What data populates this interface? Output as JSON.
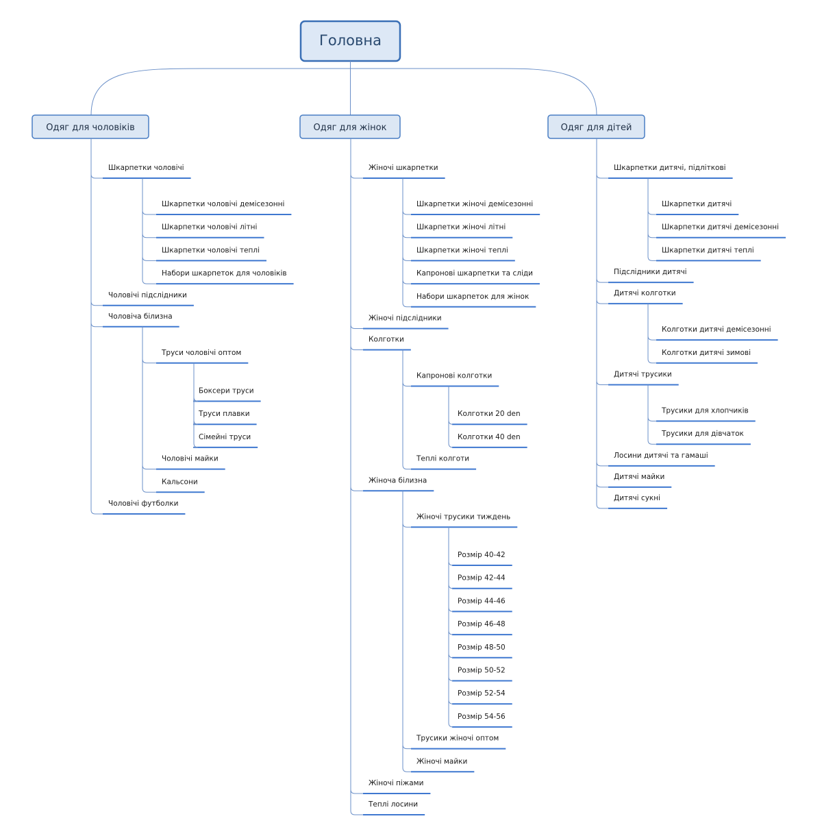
{
  "root": "Головна",
  "branches": [
    {
      "label": "Одяг для чоловіків",
      "children": [
        {
          "label": "Шкарпетки чоловічі",
          "children": [
            {
              "label": "Шкарпетки чоловічі демісезонні"
            },
            {
              "label": "Шкарпетки чоловічі літні"
            },
            {
              "label": "Шкарпетки чоловічі теплі"
            },
            {
              "label": "Набори шкарпеток для чоловіків"
            }
          ]
        },
        {
          "label": "Чоловічі підслідники"
        },
        {
          "label": "Чоловіча білизна",
          "children": [
            {
              "label": "Труси чоловічі оптом",
              "children": [
                {
                  "label": "Боксери труси"
                },
                {
                  "label": "Труси плавки"
                },
                {
                  "label": "Сімейні труси"
                }
              ]
            },
            {
              "label": "Чоловічі майки"
            },
            {
              "label": "Кальсони"
            }
          ]
        },
        {
          "label": "Чоловічі футболки"
        }
      ]
    },
    {
      "label": "Одяг для жінок",
      "children": [
        {
          "label": "Жіночі шкарпетки",
          "children": [
            {
              "label": "Шкарпетки жіночі демісезонні"
            },
            {
              "label": "Шкарпетки жіночі літні"
            },
            {
              "label": "Шкарпетки жіночі теплі"
            },
            {
              "label": "Капронові шкарпетки та сліди"
            },
            {
              "label": "Набори шкарпеток для жінок"
            }
          ]
        },
        {
          "label": "Жіночі підслідники"
        },
        {
          "label": "Колготки",
          "children": [
            {
              "label": "Капронові колготки",
              "children": [
                {
                  "label": "Колготки 20 den"
                },
                {
                  "label": "Колготки 40 den"
                }
              ]
            },
            {
              "label": "Теплі колготи"
            }
          ]
        },
        {
          "label": "Жіноча білизна",
          "children": [
            {
              "label": "Жіночі трусики тиждень",
              "children": [
                {
                  "label": "Розмір 40-42"
                },
                {
                  "label": "Розмір 42-44"
                },
                {
                  "label": "Розмір 44-46"
                },
                {
                  "label": "Розмір 46-48"
                },
                {
                  "label": "Розмір 48-50"
                },
                {
                  "label": "Розмір 50-52"
                },
                {
                  "label": "Розмір 52-54"
                },
                {
                  "label": "Розмір 54-56"
                }
              ]
            },
            {
              "label": "Трусики жіночі оптом"
            },
            {
              "label": "Жіночі майки"
            }
          ]
        },
        {
          "label": "Жіночі піжами"
        },
        {
          "label": "Теплі лосини"
        }
      ]
    },
    {
      "label": "Одяг для дітей",
      "children": [
        {
          "label": "Шкарпетки дитячі, підліткові",
          "children": [
            {
              "label": "Шкарпетки дитячі"
            },
            {
              "label": "Шкарпетки дитячі демісезонні"
            },
            {
              "label": "Шкарпетки дитячі теплі"
            }
          ]
        },
        {
          "label": "Підслідники дитячі"
        },
        {
          "label": "Дитячі колготки",
          "children": [
            {
              "label": "Колготки дитячі демісезонні"
            },
            {
              "label": "Колготки дитячі зимові"
            }
          ]
        },
        {
          "label": "Дитячі трусики",
          "children": [
            {
              "label": "Трусики для хлопчиків"
            },
            {
              "label": "Трусики для дівчаток"
            }
          ]
        },
        {
          "label": "Лосини дитячі та гамаші"
        },
        {
          "label": "Дитячі майки"
        },
        {
          "label": "Дитячі сукні"
        }
      ]
    }
  ]
}
